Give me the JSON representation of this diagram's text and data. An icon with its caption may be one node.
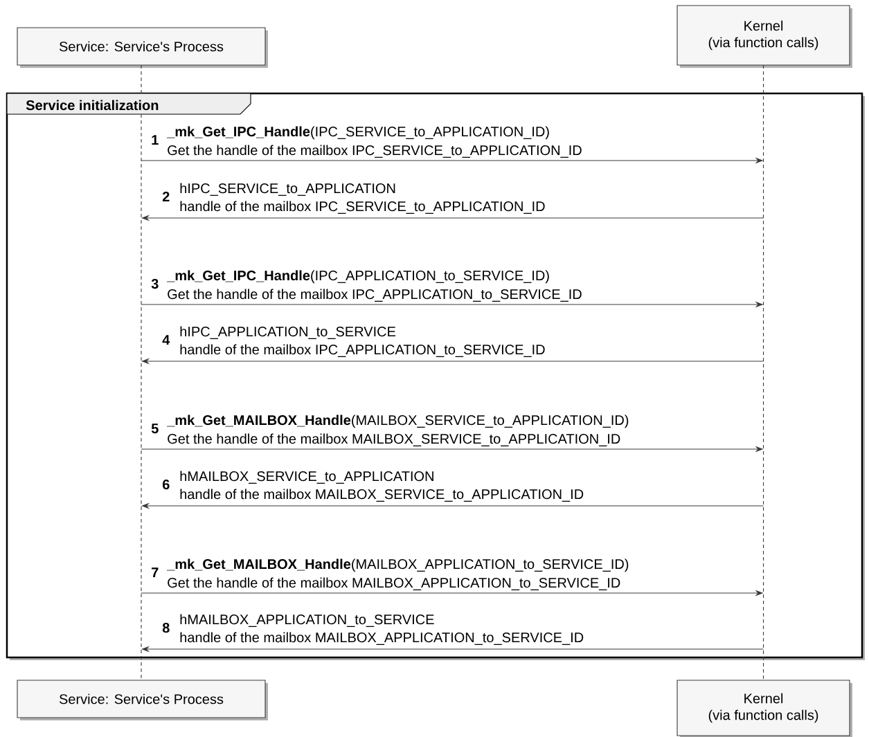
{
  "diagram": {
    "nodes": [
      {
        "text": [
          "Service: Service's Process"
        ]
      },
      {
        "text": [
          "Kernel",
          "(via function calls)"
        ]
      },
      {
        "text": [
          "Service: Service's Process"
        ]
      },
      {
        "text": [
          "Kernel",
          "(via function calls)"
        ]
      },
      {
        "text": [],
        "shape": "line"
      },
      {
        "text": [],
        "shape": "line"
      }
    ],
    "edges": [
      {
        "from": 4,
        "to": 5,
        "arrow": "to",
        "label": "1"
      },
      {
        "from": 5,
        "to": 4,
        "arrow": "to",
        "label": "2"
      },
      {
        "from": 4,
        "to": 5,
        "arrow": "to",
        "label": "3"
      },
      {
        "from": 5,
        "to": 4,
        "arrow": "to",
        "label": "4"
      },
      {
        "from": 4,
        "to": 5,
        "arrow": "to",
        "label": "5"
      },
      {
        "from": 5,
        "to": 4,
        "arrow": "to",
        "label": "6"
      },
      {
        "from": 4,
        "to": 5,
        "arrow": "to",
        "label": "7"
      },
      {
        "from": 5,
        "to": 4,
        "arrow": "to",
        "label": "8"
      }
    ],
    "labels": [
      "Service initialization",
      "**_mk_Get_IPC_Handle**(IPC_SERVICE_to_APPLICATION_ID)",
      "Get the handle of the mailbox IPC_SERVICE_to_APPLICATION_ID",
      "hIPC_SERVICE_to_APPLICATION",
      "handle of the mailbox IPC_SERVICE_to_APPLICATION_ID",
      "**_mk_Get_IPC_Handle**(IPC_APPLICATION_to_SERVICE_ID)",
      "Get the handle of the mailbox IPC_APPLICATION_to_SERVICE_ID",
      "hIPC_APPLICATION_to_SERVICE",
      "handle of the mailbox IPC_APPLICATION_to_SERVICE_ID",
      "**_mk_Get_MAILBOX_Handle**(MAILBOX_SERVICE_to_APPLICATION_ID)",
      "Get the handle of the mailbox MAILBOX_SERVICE_to_APPLICATION_ID",
      "hMAILBOX_SERVICE_to_APPLICATION",
      "handle of the mailbox MAILBOX_SERVICE_to_APPLICATION_ID",
      "**_mk_Get_MAILBOX_Handle**(MAILBOX_APPLICATION_to_SERVICE_ID)",
      "Get the handle of the mailbox MAILBOX_APPLICATION_to_SERVICE_ID",
      "hMAILBOX_APPLICATION_to_SERVICE",
      "handle of the mailbox MAILBOX_APPLICATION_to_SERVICE_ID"
    ]
  }
}
